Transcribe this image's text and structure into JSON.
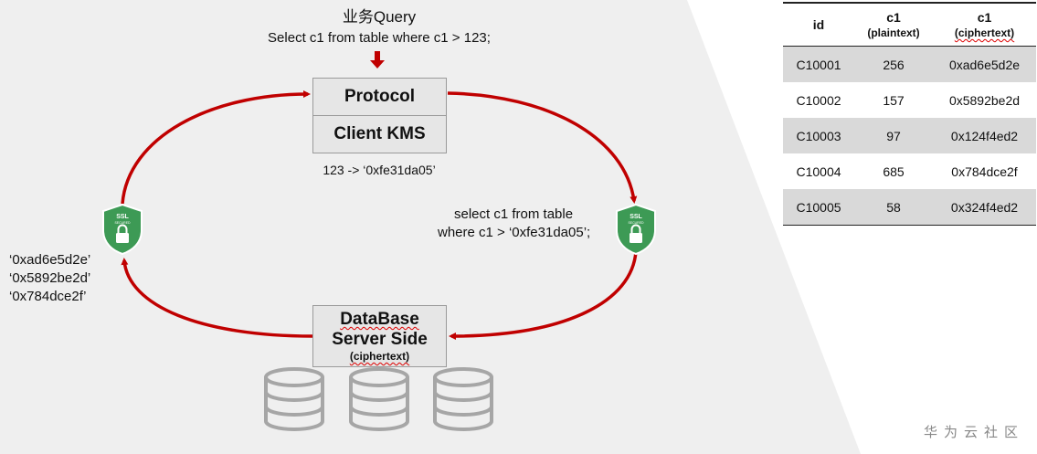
{
  "query": {
    "title": "业务Query",
    "sql": "Select c1 from table where c1 > 123;"
  },
  "protocol_box": {
    "top_label": "Protocol",
    "bottom_label": "Client KMS"
  },
  "mapping_note": "123 -> ‘0xfe31da05’",
  "rewritten_query": {
    "line1": "select c1 from table",
    "line2": "where c1 > ‘0xfe31da05’;"
  },
  "results": [
    "‘0xad6e5d2e’",
    "‘0x5892be2d’",
    "‘0x784dce2f’"
  ],
  "db_box": {
    "line1": "DataBase",
    "line2": "Server Side",
    "line3": "(ciphertext)"
  },
  "ssl_badge": {
    "label": "SSL",
    "sub": "SECURED"
  },
  "table": {
    "headers": [
      {
        "main": "id",
        "sub": ""
      },
      {
        "main": "c1",
        "sub": "(plaintext)"
      },
      {
        "main": "c1",
        "sub": "(ciphertext)"
      }
    ],
    "rows": [
      [
        "C10001",
        "256",
        "0xad6e5d2e"
      ],
      [
        "C10002",
        "157",
        "0x5892be2d"
      ],
      [
        "C10003",
        "97",
        "0x124f4ed2"
      ],
      [
        "C10004",
        "685",
        "0x784dce2f"
      ],
      [
        "C10005",
        "58",
        "0x324f4ed2"
      ]
    ]
  },
  "watermark": "华为云社区",
  "colors": {
    "arrow": "#c00000",
    "panel": "#efefef",
    "badge": "#3d9a55",
    "db_icon": "#a6a6a6"
  }
}
